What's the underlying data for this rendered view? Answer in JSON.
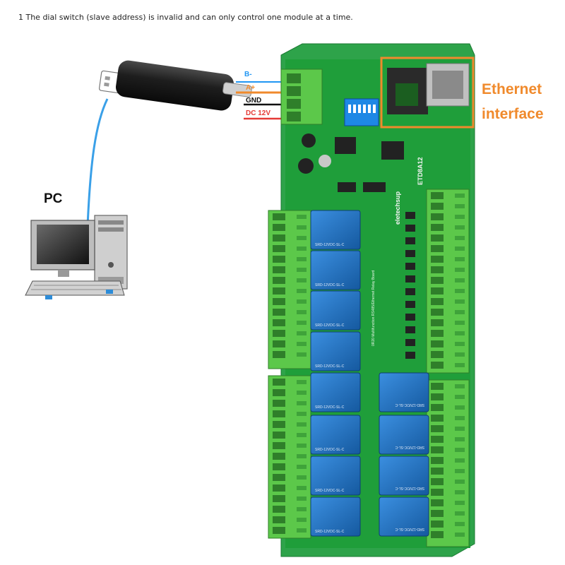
{
  "note": "1 The dial switch (slave address) is invalid and can only control one module at a time.",
  "pc_label": "PC",
  "wires": {
    "b_minus": "B-",
    "a_plus": "A+",
    "gnd": "GND",
    "dc": "DC 12V"
  },
  "ethernet_label": [
    "Ethernet",
    "interface"
  ],
  "board": {
    "brand": "eletechsup",
    "model": "ETD8A12",
    "description": "0R20 Multifunction RS485/Ethernet Relay Board",
    "relay_text": "SRD-12VDC-SL-C"
  },
  "colors": {
    "board_green": "#1f9e3a",
    "terminal_green": "#5cc84a",
    "relay_blue": "#1b6fc7",
    "ethernet_orange": "#f08a2c",
    "b_minus_wire": "#2196f3",
    "a_plus_wire": "#f08a2c",
    "gnd_wire": "#111111",
    "dc_wire": "#e53935",
    "usb_cable": "#3aa0e8"
  }
}
